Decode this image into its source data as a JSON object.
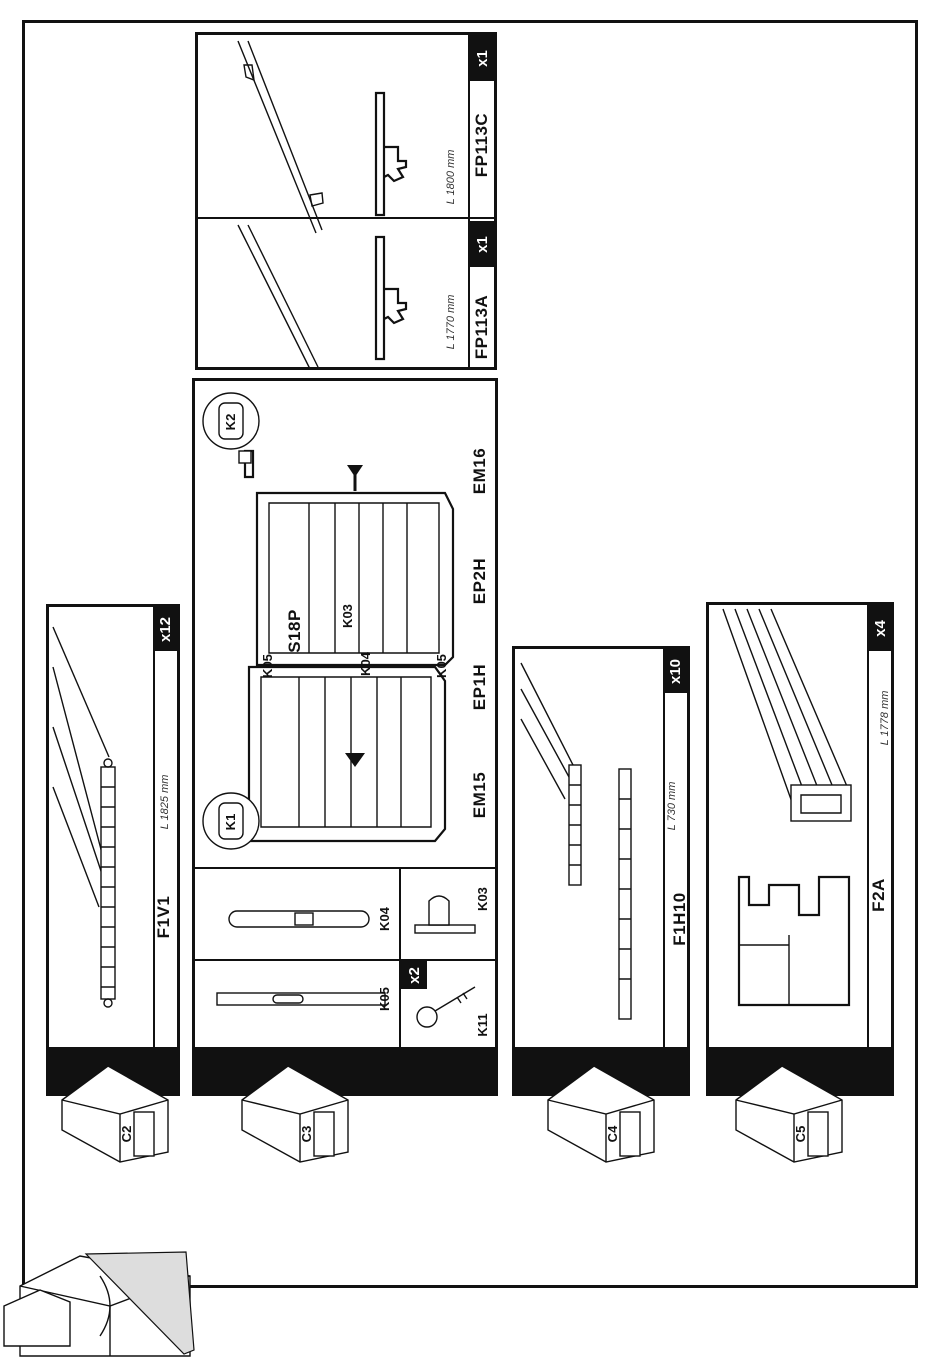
{
  "boxes": [
    {
      "label": "C2",
      "parts": [
        {
          "code": "F1V1",
          "length": "L 1825 mm",
          "qty": "x12"
        }
      ]
    },
    {
      "label": "C3",
      "parts": [
        {
          "code": "EM15"
        },
        {
          "code": "EP1H"
        },
        {
          "code": "EP2H"
        },
        {
          "code": "EM16"
        },
        {
          "code": "S18P"
        },
        {
          "code": "K05"
        },
        {
          "code": "K04"
        },
        {
          "code": "K03"
        },
        {
          "code": "K11",
          "qty": "x2"
        },
        {
          "code": "K1"
        },
        {
          "code": "K2"
        }
      ]
    },
    {
      "label": "C4",
      "parts": [
        {
          "code": "F1H10",
          "length": "L 730 mm",
          "qty": "x10"
        }
      ]
    },
    {
      "label": "C5",
      "parts": [
        {
          "code": "F2A",
          "length": "L 1778 mm",
          "qty": "x4"
        }
      ]
    }
  ],
  "loose_parts": [
    {
      "code": "FP113A",
      "length": "L 1770 mm",
      "qty": "x1"
    },
    {
      "code": "FP113C",
      "length": "L 1800 mm",
      "qty": "x1"
    }
  ]
}
